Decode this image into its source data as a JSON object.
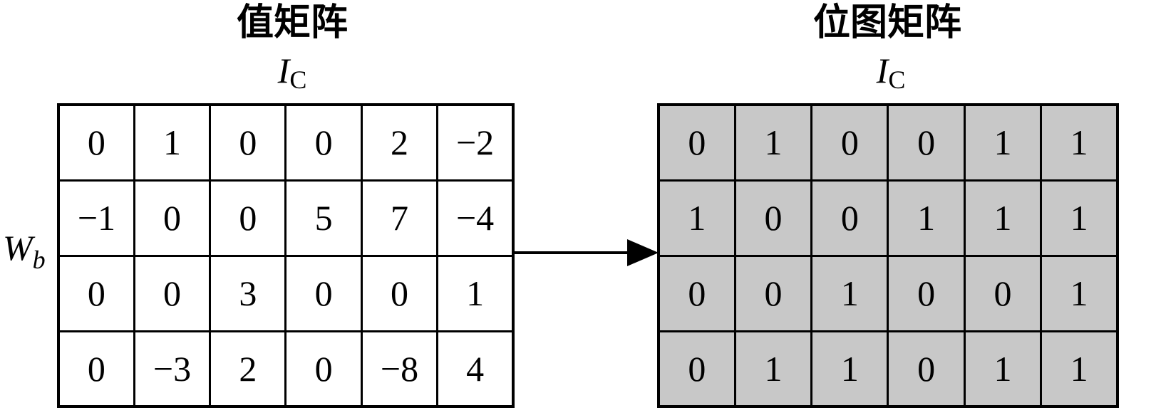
{
  "left_panel": {
    "title": "值矩阵",
    "symbol_main": "I",
    "symbol_sub": "C",
    "rows": [
      [
        "0",
        "1",
        "0",
        "0",
        "2",
        "−2"
      ],
      [
        "−1",
        "0",
        "0",
        "5",
        "7",
        "−4"
      ],
      [
        "0",
        "0",
        "3",
        "0",
        "0",
        "1"
      ],
      [
        "0",
        "−3",
        "2",
        "0",
        "−8",
        "4"
      ]
    ]
  },
  "right_panel": {
    "title": "位图矩阵",
    "symbol_main": "I",
    "symbol_sub": "C",
    "rows": [
      [
        "0",
        "1",
        "0",
        "0",
        "1",
        "1"
      ],
      [
        "1",
        "0",
        "0",
        "1",
        "1",
        "1"
      ],
      [
        "0",
        "0",
        "1",
        "0",
        "0",
        "1"
      ],
      [
        "0",
        "1",
        "1",
        "0",
        "1",
        "1"
      ]
    ]
  },
  "row_label": {
    "main": "W",
    "sub": "b"
  },
  "colors": {
    "bitmap_fill": "#c8c8c8",
    "line": "#000000"
  }
}
